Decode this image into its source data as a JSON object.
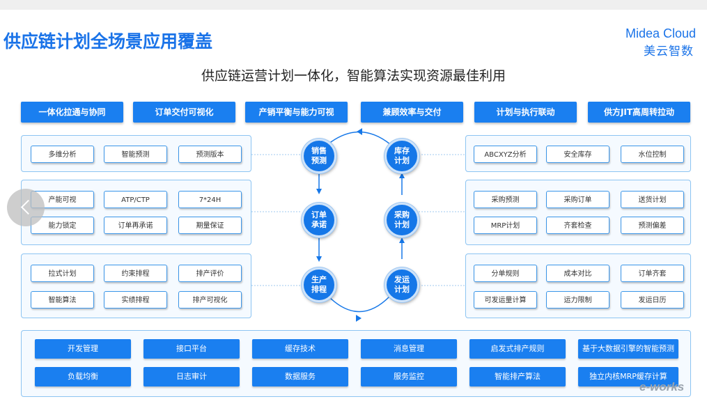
{
  "title": "供应链计划全场景应用覆盖",
  "logo": {
    "en": "Midea Cloud",
    "cn": "美云智数"
  },
  "subtitle": "供应链运营计划一体化，智能算法实现资源最佳利用",
  "top_buttons": [
    "一体化拉通与协同",
    "订单交付可视化",
    "产销平衡与能力可视",
    "兼顾效率与交付",
    "计划与执行联动",
    "供方JIT高周转拉动"
  ],
  "left_panels": [
    {
      "cells": [
        "多维分析",
        "智能预测",
        "预测版本"
      ]
    },
    {
      "cells": [
        "产能可视",
        "ATP/CTP",
        "7*24H",
        "能力锁定",
        "订单再承诺",
        "期量保证"
      ]
    },
    {
      "cells": [
        "拉式计划",
        "约束排程",
        "排产评价",
        "智能算法",
        "实绩排程",
        "排产可视化"
      ]
    }
  ],
  "right_panels": [
    {
      "cells": [
        "ABCXYZ分析",
        "安全库存",
        "水位控制"
      ]
    },
    {
      "cells": [
        "采购预测",
        "采购订单",
        "送货计划",
        "MRP计划",
        "齐套检查",
        "预测偏差"
      ]
    },
    {
      "cells": [
        "分单规则",
        "成本对比",
        "订单齐套",
        "可发运量计算",
        "运力限制",
        "发运日历"
      ]
    }
  ],
  "nodes": {
    "sales_forecast": "销售预测",
    "order_commit": "订单承诺",
    "production_schedule": "生产排程",
    "inventory_plan": "库存计划",
    "purchase_plan": "采购计划",
    "shipping_plan": "发运计划"
  },
  "bottom_buttons": [
    [
      "开发管理",
      "接口平台",
      "缓存技术",
      "消息管理",
      "启发式排产规则",
      "基于大数据引擎的智能预测"
    ],
    [
      "负载均衡",
      "日志审计",
      "数据服务",
      "服务监控",
      "智能排产算法",
      "独立内核MRP缓存计算"
    ]
  ],
  "watermark": "e-works",
  "colors": {
    "accent": "#1a7ff0",
    "node": "#1577e8",
    "panel_border": "#8cc4f2",
    "title": "#1a73e8"
  }
}
